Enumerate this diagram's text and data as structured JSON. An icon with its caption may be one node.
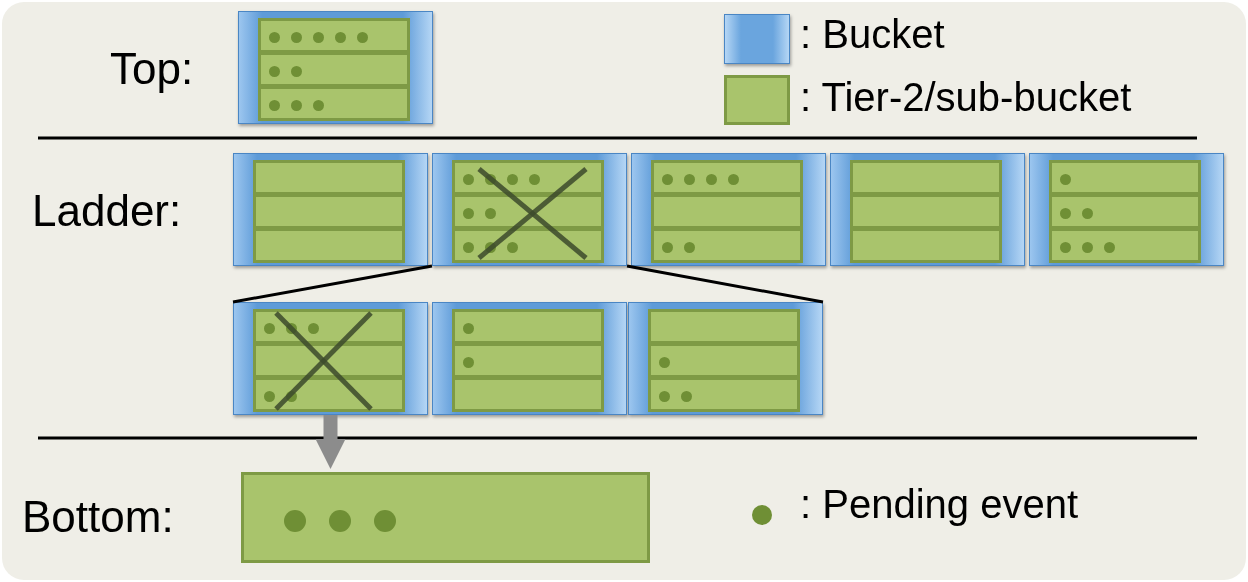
{
  "diagram": {
    "nodes": [
      {
        "text": [],
        "shape": "box"
      },
      {
        "text": [],
        "shape": "box",
        "in": 0
      },
      {
        "text": [],
        "shape": "box",
        "in": 0
      },
      {
        "text": [],
        "shape": "box",
        "in": 0
      },
      {
        "text": [],
        "shape": "box"
      },
      {
        "text": [],
        "shape": "box",
        "in": 4
      },
      {
        "text": [],
        "shape": "box",
        "in": 4
      },
      {
        "text": [],
        "shape": "box",
        "in": 4
      },
      {
        "text": [],
        "shape": "box"
      },
      {
        "text": [],
        "shape": "box",
        "in": 8
      },
      {
        "text": [],
        "shape": "box",
        "in": 8
      },
      {
        "text": [],
        "shape": "box",
        "in": 8
      },
      {
        "text": [],
        "shape": "box"
      },
      {
        "text": [],
        "shape": "box",
        "in": 12
      },
      {
        "text": [],
        "shape": "box",
        "in": 12
      },
      {
        "text": [],
        "shape": "box",
        "in": 12
      },
      {
        "text": [],
        "shape": "box"
      },
      {
        "text": [],
        "shape": "box",
        "in": 16
      },
      {
        "text": [],
        "shape": "box",
        "in": 16
      },
      {
        "text": [],
        "shape": "box",
        "in": 16
      },
      {
        "text": [],
        "shape": "box"
      },
      {
        "text": [],
        "shape": "box",
        "in": 20
      },
      {
        "text": [],
        "shape": "box",
        "in": 20
      },
      {
        "text": [],
        "shape": "box",
        "in": 20
      },
      {
        "text": [],
        "shape": "box"
      },
      {
        "text": [],
        "shape": "box",
        "in": 24
      },
      {
        "text": [],
        "shape": "box",
        "in": 24
      },
      {
        "text": [],
        "shape": "box",
        "in": 24
      },
      {
        "text": [],
        "shape": "box"
      },
      {
        "text": [],
        "shape": "box",
        "in": 28
      },
      {
        "text": [],
        "shape": "box",
        "in": 28
      },
      {
        "text": [],
        "shape": "box",
        "in": 28
      },
      {
        "text": [],
        "shape": "box"
      },
      {
        "text": [],
        "shape": "box",
        "in": 32
      },
      {
        "text": [],
        "shape": "box",
        "in": 32
      },
      {
        "text": [],
        "shape": "box",
        "in": 32
      },
      {
        "text": [],
        "shape": "box"
      }
    ],
    "edges": [
      {
        "from": 8,
        "to": 24,
        "arrow": "none"
      },
      {
        "from": 8,
        "to": 32,
        "arrow": "none"
      },
      {
        "from": 24,
        "to": 36,
        "arrow": "to",
        "style": "thick",
        "color": "#8c8c8c"
      }
    ],
    "labels": [
      "Top:",
      "Ladder:",
      "Bottom:"
    ],
    "legend": [
      {
        "text": ": Bucket",
        "color": "#6aa5de"
      },
      {
        "text": ": Tier-2/sub-bucket",
        "color": "#a9c46c"
      },
      {
        "text": ": Pending event"
      }
    ]
  }
}
